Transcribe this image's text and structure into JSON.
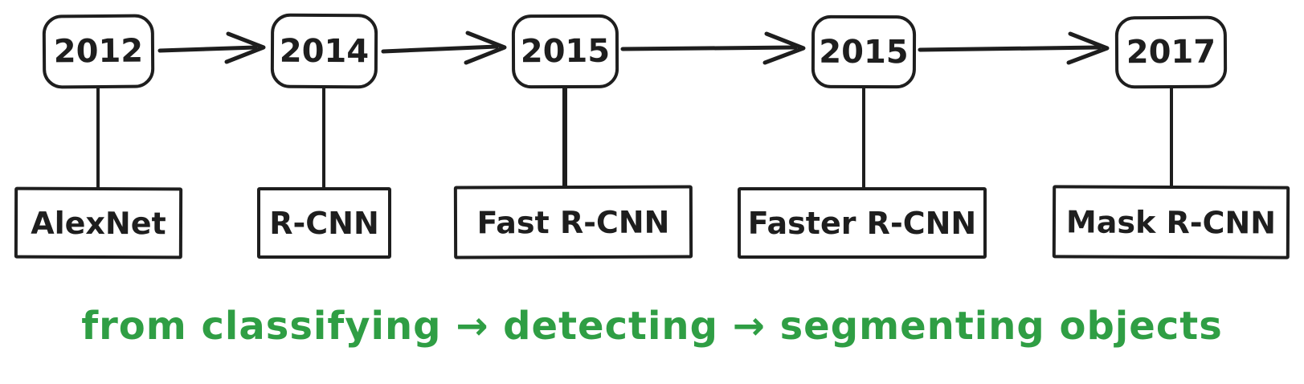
{
  "diagram": {
    "type": "timeline-flowchart",
    "background_color": "#ffffff",
    "ink_color": "#1e1e1e",
    "timeline": [
      {
        "year": "2012",
        "model": "AlexNet"
      },
      {
        "year": "2014",
        "model": "R-CNN"
      },
      {
        "year": "2015",
        "model": "Fast R-CNN"
      },
      {
        "year": "2015",
        "model": "Faster R-CNN"
      },
      {
        "year": "2017",
        "model": "Mask R-CNN"
      }
    ],
    "arrow_icon": "right-arrow",
    "caption": {
      "text": "from classifying → detecting → segmenting objects",
      "color": "#2f9e44"
    }
  }
}
